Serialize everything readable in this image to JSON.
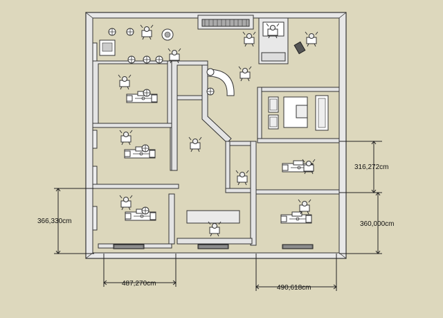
{
  "colors": {
    "background": "#ddd8bd",
    "wall_fill": "#e4e4e4",
    "wall_stroke": "#3a3a3a",
    "floor": "#dcd7bc",
    "dimension_line": "#222222"
  },
  "dimensions": {
    "right_upper": "316,272cm",
    "right_lower": "360,000cm",
    "left": "366,330cm",
    "bottom_left": "487,270cm",
    "bottom_right": "490,618cm"
  },
  "furniture_icons": [
    "dental-chair-icon",
    "dentist-stool-icon",
    "armchair-icon",
    "sofa-icon",
    "coffee-table-icon",
    "office-chair-icon",
    "person-figure-icon",
    "window-icon",
    "reception-desk-icon"
  ]
}
